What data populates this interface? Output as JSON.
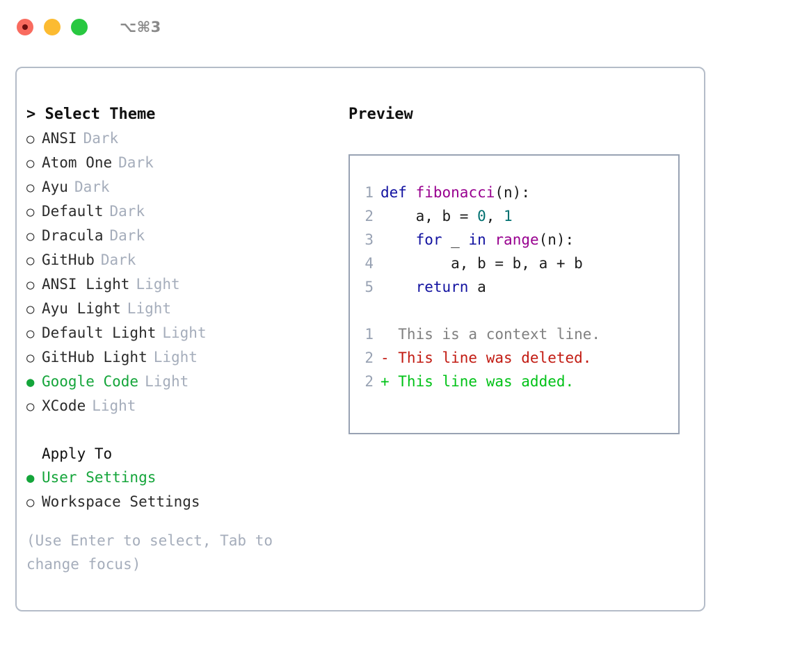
{
  "titlebar": {
    "shortcut": "⌥⌘3",
    "lights": [
      "close-red",
      "minimize-amber",
      "zoom-green"
    ]
  },
  "left": {
    "header": "> Select Theme",
    "themes": [
      {
        "bullet": "○",
        "name": "ANSI",
        "category": "Dark",
        "selected": false
      },
      {
        "bullet": "○",
        "name": "Atom One",
        "category": "Dark",
        "selected": false
      },
      {
        "bullet": "○",
        "name": "Ayu",
        "category": "Dark",
        "selected": false
      },
      {
        "bullet": "○",
        "name": "Default",
        "category": "Dark",
        "selected": false
      },
      {
        "bullet": "○",
        "name": "Dracula",
        "category": "Dark",
        "selected": false
      },
      {
        "bullet": "○",
        "name": "GitHub",
        "category": "Dark",
        "selected": false
      },
      {
        "bullet": "○",
        "name": "ANSI Light",
        "category": "Light",
        "selected": false
      },
      {
        "bullet": "○",
        "name": "Ayu Light",
        "category": "Light",
        "selected": false
      },
      {
        "bullet": "○",
        "name": "Default Light",
        "category": "Light",
        "selected": false
      },
      {
        "bullet": "○",
        "name": "GitHub Light",
        "category": "Light",
        "selected": false
      },
      {
        "bullet": "●",
        "name": "Google Code",
        "category": "Light",
        "selected": true
      },
      {
        "bullet": "○",
        "name": "XCode",
        "category": "Light",
        "selected": false
      }
    ],
    "apply_to": {
      "title": "Apply To",
      "options": [
        {
          "bullet": "●",
          "name": "User Settings",
          "selected": true
        },
        {
          "bullet": "○",
          "name": "Workspace Settings",
          "selected": false
        }
      ]
    },
    "hint": "(Use Enter to select, Tab to change focus)"
  },
  "right": {
    "header": "Preview",
    "code_lines": [
      {
        "no": "1",
        "tokens": [
          {
            "t": "def",
            "c": "kw"
          },
          {
            "t": " ",
            "c": "pln"
          },
          {
            "t": "fibonacci",
            "c": "fn"
          },
          {
            "t": "(n):",
            "c": "pln"
          }
        ]
      },
      {
        "no": "2",
        "tokens": [
          {
            "t": "    a, b = ",
            "c": "pln"
          },
          {
            "t": "0",
            "c": "num"
          },
          {
            "t": ", ",
            "c": "pln"
          },
          {
            "t": "1",
            "c": "num"
          }
        ]
      },
      {
        "no": "3",
        "tokens": [
          {
            "t": "    ",
            "c": "pln"
          },
          {
            "t": "for",
            "c": "kw"
          },
          {
            "t": " _ ",
            "c": "pln"
          },
          {
            "t": "in",
            "c": "kw"
          },
          {
            "t": " ",
            "c": "pln"
          },
          {
            "t": "range",
            "c": "fn"
          },
          {
            "t": "(n):",
            "c": "pln"
          }
        ]
      },
      {
        "no": "4",
        "tokens": [
          {
            "t": "        a, b = b, a + b",
            "c": "pln"
          }
        ]
      },
      {
        "no": "5",
        "tokens": [
          {
            "t": "    ",
            "c": "pln"
          },
          {
            "t": "return",
            "c": "kw"
          },
          {
            "t": " a",
            "c": "pln"
          }
        ]
      }
    ],
    "diff_lines": [
      {
        "no": "1",
        "tokens": [
          {
            "t": "  This is a context line.",
            "c": "ctx"
          }
        ]
      },
      {
        "no": "2",
        "tokens": [
          {
            "t": "- This line was deleted.",
            "c": "del"
          }
        ]
      },
      {
        "no": "2",
        "tokens": [
          {
            "t": "+ This line was added.",
            "c": "add"
          }
        ]
      }
    ]
  },
  "colors": {
    "selected_green": "#14a53a",
    "muted_gray": "#a5adbb",
    "panel_border": "#b4bcc8",
    "preview_border": "#98a2b3",
    "keyword": "#1212a0",
    "function": "#98008f",
    "number": "#007070",
    "diff_deleted": "#c21b12",
    "diff_added": "#00c217",
    "context": "#808080",
    "light_red": "#f96b5f",
    "light_amber": "#fcbb31",
    "light_green": "#28c840"
  }
}
